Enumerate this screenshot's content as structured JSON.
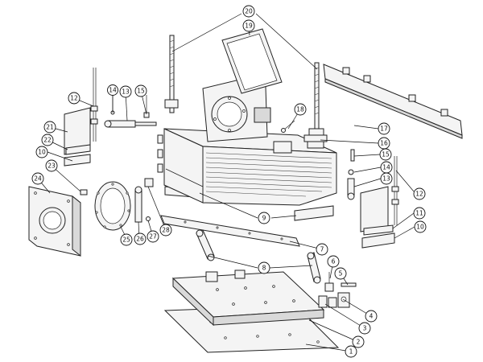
{
  "diagram": {
    "callouts": [
      {
        "id": "c1",
        "label": "1"
      },
      {
        "id": "c2",
        "label": "2"
      },
      {
        "id": "c3",
        "label": "3"
      },
      {
        "id": "c4",
        "label": "4"
      },
      {
        "id": "c5",
        "label": "5"
      },
      {
        "id": "c6",
        "label": "6"
      },
      {
        "id": "c7",
        "label": "7"
      },
      {
        "id": "c8",
        "label": "8"
      },
      {
        "id": "c9",
        "label": "9"
      },
      {
        "id": "c10a",
        "label": "10"
      },
      {
        "id": "c10b",
        "label": "10"
      },
      {
        "id": "c11",
        "label": "11"
      },
      {
        "id": "c12a",
        "label": "12"
      },
      {
        "id": "c12b",
        "label": "12"
      },
      {
        "id": "c13a",
        "label": "13"
      },
      {
        "id": "c13b",
        "label": "13"
      },
      {
        "id": "c14a",
        "label": "14"
      },
      {
        "id": "c14b",
        "label": "14"
      },
      {
        "id": "c15a",
        "label": "15"
      },
      {
        "id": "c15b",
        "label": "15"
      },
      {
        "id": "c16",
        "label": "16"
      },
      {
        "id": "c17",
        "label": "17"
      },
      {
        "id": "c18",
        "label": "18"
      },
      {
        "id": "c19",
        "label": "19"
      },
      {
        "id": "c20",
        "label": "20"
      },
      {
        "id": "c21",
        "label": "21"
      },
      {
        "id": "c22",
        "label": "22"
      },
      {
        "id": "c23",
        "label": "23"
      },
      {
        "id": "c24",
        "label": "24"
      },
      {
        "id": "c25",
        "label": "25"
      },
      {
        "id": "c26",
        "label": "26"
      },
      {
        "id": "c27",
        "label": "27"
      },
      {
        "id": "c28",
        "label": "28"
      }
    ]
  }
}
